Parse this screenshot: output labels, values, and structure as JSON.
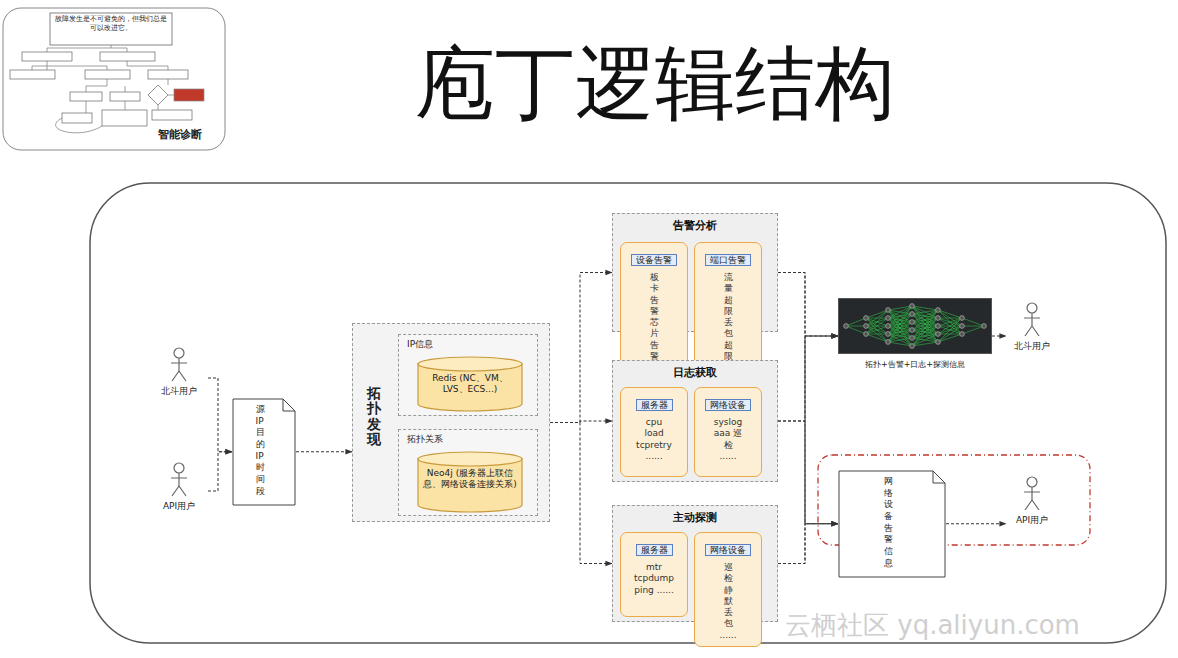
{
  "diagram": {
    "title": "庖丁逻辑结构",
    "nodes": [
      {
        "text": [
          "北斗用户"
        ]
      },
      {
        "text": [
          "API用户"
        ]
      },
      {
        "text": [
          "源IP 目的IP 时间段"
        ]
      },
      {
        "text": [
          "拓扑发现"
        ]
      },
      {
        "text": [
          "IP信息"
        ],
        "in": 3
      },
      {
        "text": [
          "Redis (NC、VM、LVS、ECS...)"
        ],
        "in": 4
      },
      {
        "text": [
          "拓扑关系"
        ],
        "in": 3
      },
      {
        "text": [
          "Neo4j (服务器上联信息、网络设备连接关系)"
        ],
        "in": 6
      },
      {
        "text": [
          "告警分析"
        ]
      },
      {
        "text": [
          "设备告警",
          "板卡告警 芯片告警 机箱告警 ......"
        ],
        "in": 8
      },
      {
        "text": [
          "端口告警",
          "流量超限 丢包超限 错包超限 ......"
        ],
        "in": 8
      },
      {
        "text": [
          "日志获取"
        ]
      },
      {
        "text": [
          "服务器",
          "cpu load tcpretry ......"
        ],
        "in": 11
      },
      {
        "text": [
          "网络设备",
          "syslog aaa 巡检 ......"
        ],
        "in": 11
      },
      {
        "text": [
          "主动探测"
        ]
      },
      {
        "text": [
          "服务器",
          "mtr tcpdump ping ......"
        ],
        "in": 14
      },
      {
        "text": [
          "网络设备",
          "巡检 静默丢包 ......"
        ],
        "in": 14
      },
      {
        "text": [
          "拓扑+告警+日志+探测信息"
        ]
      },
      {
        "text": [
          "北斗用户"
        ]
      },
      {
        "text": [
          "网络设备 告警信息"
        ]
      },
      {
        "text": [
          "API用户"
        ]
      }
    ],
    "edges": [
      {
        "from": 0,
        "to": 2,
        "arrow": "to"
      },
      {
        "from": 1,
        "to": 2,
        "arrow": "to"
      },
      {
        "from": 2,
        "to": 3,
        "arrow": "to"
      },
      {
        "from": 3,
        "to": 8,
        "arrow": "to"
      },
      {
        "from": 3,
        "to": 11,
        "arrow": "to"
      },
      {
        "from": 3,
        "to": 14,
        "arrow": "to"
      },
      {
        "from": 8,
        "to": 17,
        "arrow": "to"
      },
      {
        "from": 11,
        "to": 17,
        "arrow": "to"
      },
      {
        "from": 14,
        "to": 17,
        "arrow": "to"
      },
      {
        "from": 8,
        "to": 19,
        "arrow": "to"
      },
      {
        "from": 11,
        "to": 19,
        "arrow": "to"
      },
      {
        "from": 14,
        "to": 19,
        "arrow": "to"
      },
      {
        "from": 17,
        "to": 18,
        "arrow": "to"
      },
      {
        "from": 19,
        "to": 20,
        "arrow": "to"
      }
    ],
    "labels": [
      "故障发生是不可避免的，但我们总是可以改进它。",
      "智能诊断",
      "云栖社区 yq.aliyun.com"
    ]
  }
}
